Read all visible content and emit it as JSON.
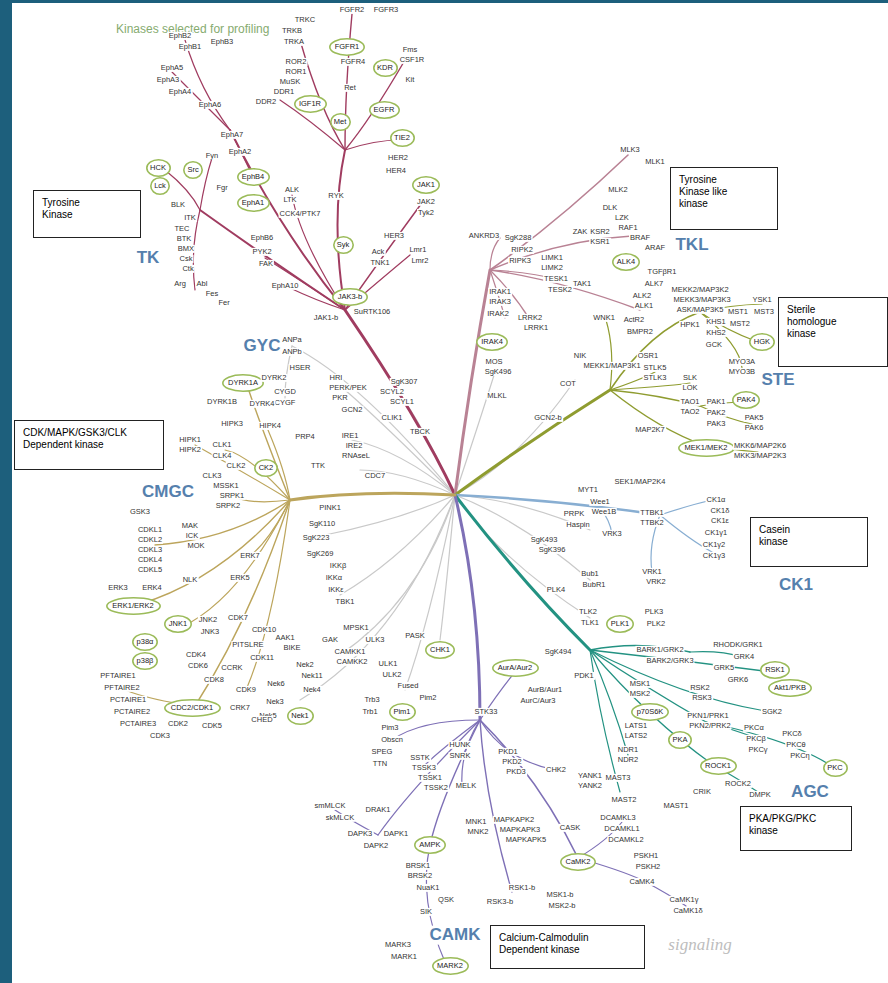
{
  "diagram": {
    "title": "Kinases selected for profiling",
    "nodes": [
      {
        "text": [
          "FGFR1"
        ]
      },
      {
        "text": [
          "KDR"
        ]
      },
      {
        "text": [
          "IGF1R"
        ]
      },
      {
        "text": [
          "EGFR"
        ]
      },
      {
        "text": [
          "Met"
        ]
      },
      {
        "text": [
          "TIE2"
        ]
      },
      {
        "text": [
          "HCK"
        ]
      },
      {
        "text": [
          "Src"
        ]
      },
      {
        "text": [
          "Tyrosine Kinase"
        ]
      },
      {
        "text": [
          "Tyrosine Kinase like kinase"
        ]
      },
      {
        "text": [
          "EphB4"
        ]
      },
      {
        "text": [
          "JAK1"
        ]
      },
      {
        "text": [
          "Lck"
        ]
      },
      {
        "text": [
          "EphA1"
        ]
      },
      {
        "text": [
          "Syk"
        ]
      },
      {
        "text": [
          "ALK4"
        ]
      },
      {
        "text": [
          "JAK3-b"
        ]
      },
      {
        "text": [
          "Sterile homologue kinase"
        ]
      },
      {
        "text": [
          "IRAK4"
        ]
      },
      {
        "text": [
          "HGK"
        ]
      },
      {
        "text": [
          "DYRK1A"
        ]
      },
      {
        "text": [
          "PAK4"
        ]
      },
      {
        "text": [
          "CDK/MAPK/GSK3/CLK Dependent kinase"
        ]
      },
      {
        "text": [
          "MEK1/MEK2"
        ]
      },
      {
        "text": [
          "CK2"
        ]
      },
      {
        "text": [
          "Casein kinase"
        ]
      },
      {
        "text": [
          "ERK1/ERK2"
        ]
      },
      {
        "text": [
          "JNK1"
        ]
      },
      {
        "text": [
          "PLK1"
        ]
      },
      {
        "text": [
          "p38α"
        ]
      },
      {
        "text": [
          "CHK1"
        ]
      },
      {
        "text": [
          "p38β"
        ]
      },
      {
        "text": [
          "AurA/Aur2"
        ]
      },
      {
        "text": [
          "RSK1"
        ]
      },
      {
        "text": [
          "Akt1/PKB"
        ]
      },
      {
        "text": [
          "CDC2/CDK1"
        ]
      },
      {
        "text": [
          "p70S6K"
        ]
      },
      {
        "text": [
          "Pim1"
        ]
      },
      {
        "text": [
          "Nek1"
        ]
      },
      {
        "text": [
          "PKA"
        ]
      },
      {
        "text": [
          "ROCK1"
        ]
      },
      {
        "text": [
          "PKC"
        ]
      },
      {
        "text": [
          "PKA/PKG/PKC kinase"
        ]
      },
      {
        "text": [
          "AMPK"
        ]
      },
      {
        "text": [
          "CaMK2"
        ]
      },
      {
        "text": [
          "Calcium-Calmodulin Dependent kinase"
        ]
      },
      {
        "text": [
          "MARK2"
        ]
      }
    ],
    "labels": [
      "TK",
      "TKL",
      "STE",
      "CK1",
      "AGC",
      "CAMK",
      "CMGC",
      "GYC",
      "signaling",
      "FGFR2",
      "FGFR3",
      "TRKC",
      "TRKB",
      "TRKA",
      "FGFR4",
      "Fms",
      "CSF1R",
      "Kit",
      "ROR2",
      "ROR1",
      "MuSK",
      "DDR1",
      "DDR2",
      "Ret",
      "EphB2",
      "EphB1",
      "EphB3",
      "EphA5",
      "EphA3",
      "EphA4",
      "EphA6",
      "EphA7",
      "EphA2",
      "Fyn",
      "Fgr",
      "BLK",
      "ITK",
      "TEC",
      "BTK",
      "BMX",
      "Csk",
      "Ctk",
      "Arg",
      "Abl",
      "Fes",
      "Fer",
      "PYK2",
      "FAK",
      "ALK",
      "LTK",
      "CCK4/PTK7",
      "RYK",
      "EphB6",
      "EphA10",
      "HER2",
      "HER4",
      "JAK2",
      "Tyk2",
      "HER3",
      "Ack",
      "TNK1",
      "Lmr1",
      "Lmr2",
      "SuRTK106",
      "JAK1-b",
      "MLK3",
      "MLK1",
      "MLK2",
      "DLK",
      "LZK",
      "ZAK",
      "KSR2",
      "KSR1",
      "RAF1",
      "BRAF",
      "ARAF",
      "TGFβR1",
      "ALK7",
      "ALK2",
      "ALK1",
      "ActR2",
      "BMPR2",
      "RIPK2",
      "RIPK3",
      "LIMK1",
      "LIMK2",
      "TESK1",
      "TESK2",
      "TAK1",
      "IRAK1",
      "IRAK3",
      "IRAK2",
      "LRRK2",
      "LRRK1",
      "ANKRD3",
      "SgK288",
      "MOS",
      "SgK496",
      "MLKL",
      "MEKK2/MAP3K2",
      "MEKK3/MAP3K3",
      "ASK/MAP3K5",
      "HPK1",
      "KHS1",
      "KHS2",
      "GCK",
      "MST1",
      "MST2",
      "YSK1",
      "MST3",
      "MYO3A",
      "MYO3B",
      "WNK1",
      "SLK",
      "LOK",
      "STLK5",
      "STLK3",
      "OSR1",
      "TAO1",
      "TAO2",
      "PAK1",
      "PAK2",
      "PAK3",
      "PAK5",
      "PAK6",
      "MEKK1/MAP3K1",
      "NIK",
      "COT",
      "GCN2-b",
      "MAP2K7",
      "MKK6/MAP2K6",
      "MKK3/MAP2K3",
      "SEK1/MAP2K4",
      "MYT1",
      "Wee1",
      "Wee1B",
      "PRPK",
      "Haspin",
      "TTBK1",
      "TTBK2",
      "VRK3",
      "VRK1",
      "VRK2",
      "CK1α",
      "CK1δ",
      "CK1ε",
      "CK1γ1",
      "CK1γ2",
      "CK1γ3",
      "SgK493",
      "SgK396",
      "Bub1",
      "BubR1",
      "PLK4",
      "TLK2",
      "TLK1",
      "PLK3",
      "PLK2",
      "SgK494",
      "PDK1",
      "BARK1/GRK2",
      "BARK2/GRK3",
      "RHODK/GRK1",
      "GRK4",
      "GRK5",
      "GRK6",
      "MSK1",
      "MSK2",
      "RSK2",
      "RSK3",
      "SGK2",
      "PKN1/PRK1",
      "PKN2/PRK2",
      "PKCα",
      "PKCβ",
      "PKCγ",
      "PKCδ",
      "PKCθ",
      "PKCη",
      "LATS1",
      "LATS2",
      "NDR1",
      "NDR2",
      "ROCK2",
      "DMPK",
      "CRIK",
      "MAST1",
      "MAST2",
      "MAST3",
      "YANK1",
      "YANK2",
      "AurB/Aur1",
      "AurC/Aur3",
      "STK33",
      "HUNK",
      "SNRK",
      "MELK",
      "SSTK",
      "TSSK3",
      "TSSK1",
      "TSSK2",
      "CHK2",
      "PKD1",
      "PKD2",
      "PKD3",
      "MAPKAPK2",
      "MAPKAPK3",
      "MAPKAPK5",
      "MNK1",
      "MNK2",
      "CASK",
      "DCAMKL3",
      "DCAMKL1",
      "DCAMKL2",
      "PSKH1",
      "PSKH2",
      "CaMK4",
      "CaMK1γ",
      "CaMK1δ",
      "RSK1-b",
      "MSK1-b",
      "RSK3-b",
      "MSK2-b",
      "BRSK1",
      "BRSK2",
      "NuaK1",
      "QSK",
      "SIK",
      "MARK3",
      "MARK1",
      "Pim2",
      "Pim3",
      "Obscn",
      "SPEG",
      "TTN",
      "smMLCK",
      "skMLCK",
      "DRAK1",
      "DAPK1",
      "DAPK2",
      "DAPK3",
      "PASK",
      "Trb3",
      "Trb1",
      "Nek2",
      "Nek11",
      "Nek4",
      "Nek6",
      "Nek3",
      "Nek5",
      "AAK1",
      "BIKE",
      "GAK",
      "MPSK1",
      "CAMKK1",
      "CAMKK2",
      "ULK3",
      "ULK1",
      "ULK2",
      "Fused",
      "TBK1",
      "IKKε",
      "IKKα",
      "IKKβ",
      "SgK269",
      "SgK223",
      "SgK110",
      "PINK1",
      "PERK/PEK",
      "PKR",
      "HRI",
      "GCN2",
      "IRE1",
      "IRE2",
      "RNAseL",
      "TTK",
      "CDC7",
      "SgK307",
      "SCYL2",
      "SCYL1",
      "CLIK1",
      "TBCK",
      "ANPa",
      "ANPb",
      "HSER",
      "CYGD",
      "CYGF",
      "DYRK2",
      "DYRK4",
      "DYRK1B",
      "HIPK3",
      "HIPK4",
      "PRP4",
      "HIPK1",
      "HIPK2",
      "CLK1",
      "CLK4",
      "CLK2",
      "CLK3",
      "MSSK1",
      "SRPK1",
      "SRPK2",
      "GSK3",
      "CDKL1",
      "CDKL2",
      "CDKL3",
      "CDKL4",
      "CDKL5",
      "MAK",
      "ICK",
      "MOK",
      "ERK7",
      "ERK5",
      "NLK",
      "ERK3",
      "ERK4",
      "JNK2",
      "JNK3",
      "CDK7",
      "CDK10",
      "PITSLRE",
      "CDK4",
      "CDK6",
      "CCRK",
      "CDK11",
      "CDK8",
      "CDK9",
      "PFTAIRE1",
      "PFTAIRE2",
      "PCTAIRE1",
      "PCTAIRE2",
      "PCTAIRE3",
      "CRK7",
      "CHED",
      "CDK5",
      "CDK2",
      "CDK3"
    ]
  }
}
